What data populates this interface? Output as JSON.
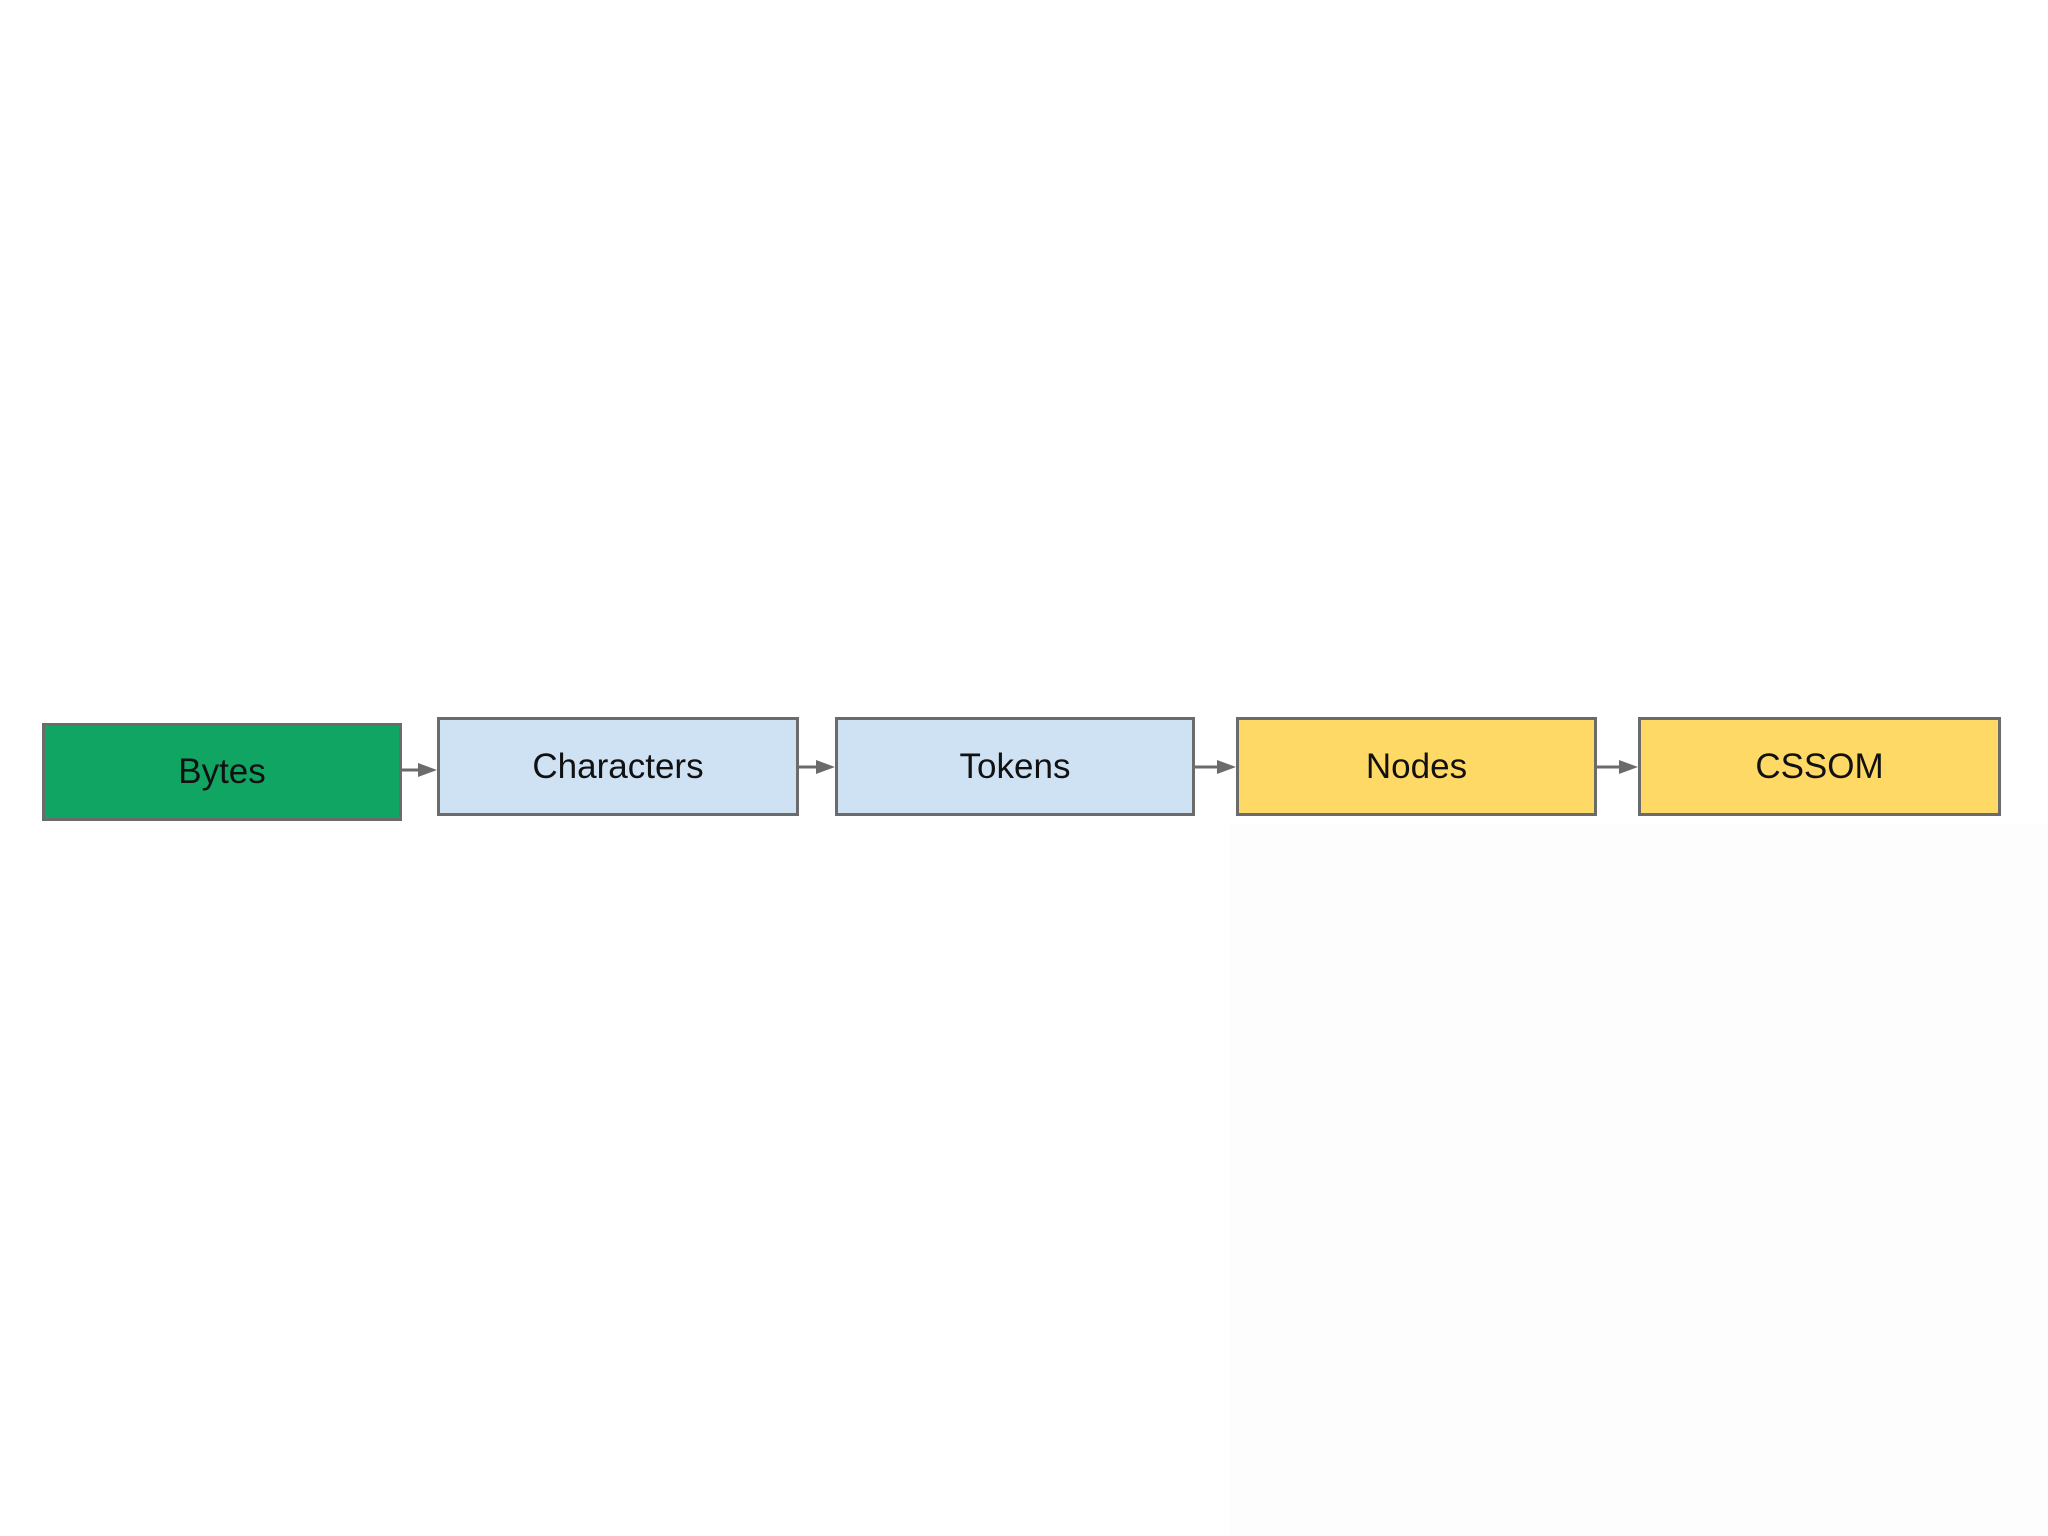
{
  "diagram": {
    "nodes": [
      {
        "id": "bytes",
        "label": "Bytes",
        "fill": "#10a562"
      },
      {
        "id": "characters",
        "label": "Characters",
        "fill": "#cfe2f3"
      },
      {
        "id": "tokens",
        "label": "Tokens",
        "fill": "#cfe2f3"
      },
      {
        "id": "nodes",
        "label": "Nodes",
        "fill": "#ffd966"
      },
      {
        "id": "cssom",
        "label": "CSSOM",
        "fill": "#ffd966"
      }
    ],
    "edges": [
      {
        "from": "bytes",
        "to": "characters"
      },
      {
        "from": "characters",
        "to": "tokens"
      },
      {
        "from": "tokens",
        "to": "nodes"
      },
      {
        "from": "nodes",
        "to": "cssom"
      }
    ],
    "border_color": "#6b6b6b",
    "arrow_color": "#6b6b6b"
  }
}
